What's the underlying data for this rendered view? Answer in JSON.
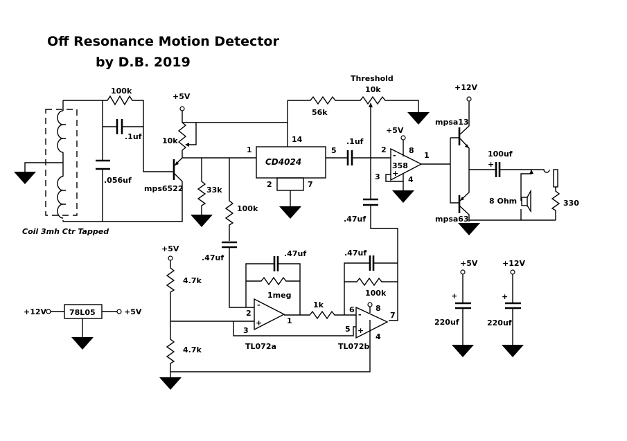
{
  "title": {
    "line1": "Off Resonance Motion Detector",
    "line2": "by D.B. 2019"
  },
  "oscillator": {
    "coil_label": "Coil 3mh Ctr Tapped",
    "tank_cap": ".056uf",
    "feedback_res": "100k",
    "feedback_cap": ".1uf",
    "transistor": "mps6522",
    "pot": "10k",
    "supply": "+5V",
    "emitter_res": "33k"
  },
  "divider": {
    "chip": "CD4024",
    "pins": {
      "clk": "1",
      "vdd": "14",
      "out": "5",
      "reset": "2",
      "vss": "7"
    },
    "coupling_res": "100k",
    "coupling_cap": ".47uf"
  },
  "comparator": {
    "chip": "358",
    "supply": "+5V",
    "pins": {
      "inv": "2",
      "noninv": "3",
      "vcc": "8",
      "gnd": "4",
      "out": "1"
    },
    "minus_sign": "-",
    "plus_sign": "+",
    "threshold_label": "Threshold",
    "threshold_pot": "10k",
    "threshold_res": "56k",
    "input_cap": ".1uf",
    "feedback_cap": ".47uf"
  },
  "output_stage": {
    "supply": "+12V",
    "npn": "mpsa13",
    "pnp": "mpsa63",
    "cap": "100uf",
    "cap_plus": "+",
    "speaker": "8 Ohm",
    "resistor": "330"
  },
  "filter": {
    "supply": "+5V",
    "bias_res_top": "4.7k",
    "bias_res_bottom": "4.7k",
    "input_cap": ".47uf",
    "stage_a": {
      "chip": "TL072a",
      "fb_cap": ".47uf",
      "fb_res": "1meg",
      "pins": {
        "inv": "2",
        "noninv": "3",
        "out": "1"
      }
    },
    "coupling_res": "1k",
    "stage_b": {
      "chip": "TL072b",
      "fb_cap": ".47uf",
      "fb_res": "100k",
      "pins": {
        "inv": "6",
        "noninv": "5",
        "vcc": "8",
        "gnd": "4",
        "out": "7"
      }
    }
  },
  "regulator": {
    "chip": "78L05",
    "input": "+12V",
    "output": "+5V"
  },
  "bypass": [
    {
      "supply": "+5V",
      "cap": "220uf",
      "plus": "+"
    },
    {
      "supply": "+12V",
      "cap": "220uf",
      "plus": "+"
    }
  ]
}
